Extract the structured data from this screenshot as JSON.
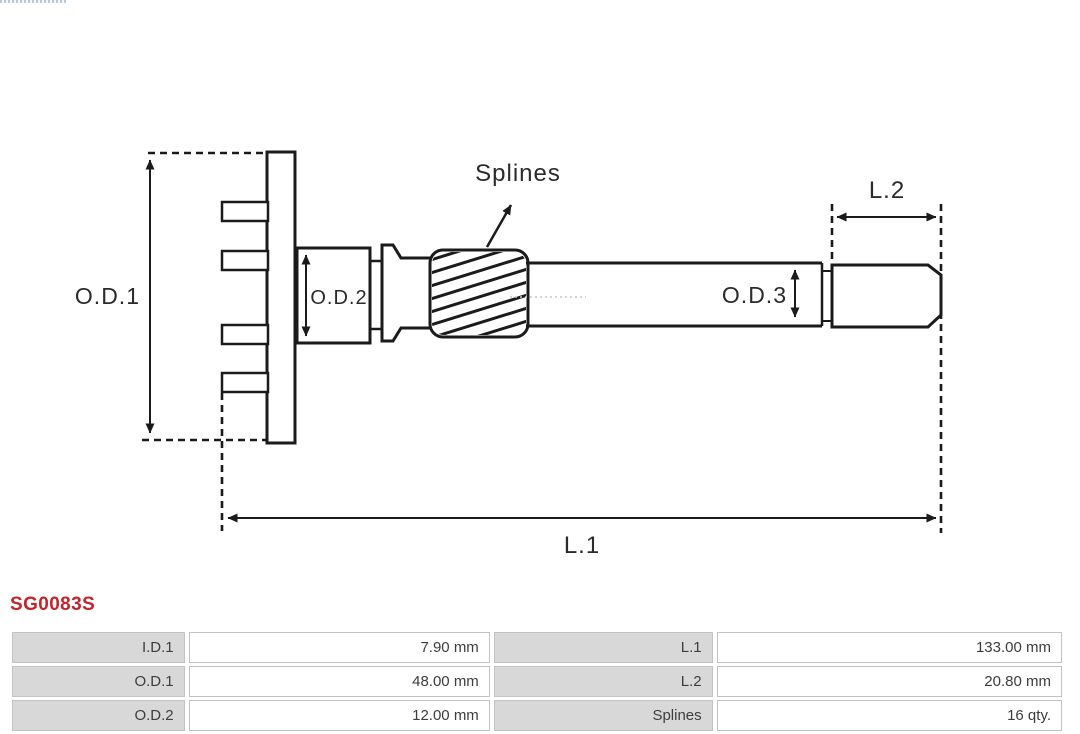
{
  "part_number": "SG0083S",
  "colors": {
    "part_number_red": "#c4252b",
    "drawing_line": "#1b1b1b",
    "table_label_bg": "#d8d8d8",
    "table_border": "#c2c2c2",
    "table_text": "#3d3d3d"
  },
  "diagram": {
    "type": "technical-drawing-shaft",
    "labels": {
      "od1": "O.D.1",
      "od2": "O.D.2",
      "od3": "O.D.3",
      "l1": "L.1",
      "l2": "L.2",
      "splines": "Splines"
    }
  },
  "spec_table": {
    "rows": [
      {
        "label_left": "I.D.1",
        "value_left": "7.90 mm",
        "label_right": "L.1",
        "value_right": "133.00 mm"
      },
      {
        "label_left": "O.D.1",
        "value_left": "48.00 mm",
        "label_right": "L.2",
        "value_right": "20.80 mm"
      },
      {
        "label_left": "O.D.2",
        "value_left": "12.00 mm",
        "label_right": "Splines",
        "value_right": "16 qty."
      }
    ]
  }
}
